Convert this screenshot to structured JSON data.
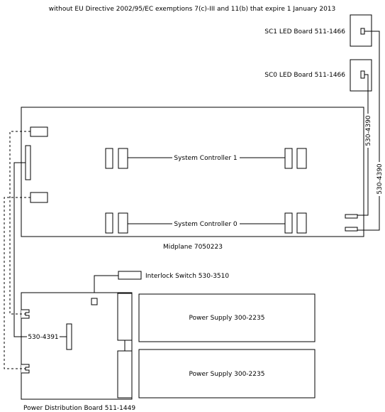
{
  "header_note": "without  EU  Directive  2002/95/EC  exemptions  7(c)-III  and  11(b)  that  expire  1  January  2013",
  "sc1_led_board": "SC1   LED   Board   511-1466",
  "sc0_led_board": "SC0   LED   Board   511-1466",
  "cable_sc1": "530-4390",
  "cable_sc0": "530-4390",
  "system_controller_1": "System  Controller  1",
  "system_controller_0": "System  Controller  0",
  "midplane": "Midplane   7050223",
  "interlock_switch": "Interlock  Switch  530-3510",
  "cable_pdb": "530-4391",
  "power_supply_top": "Power   Supply   300-2235",
  "power_supply_bottom": "Power   Supply   300-2235",
  "power_distribution_board": "Power   Distribution   Board   511-1449"
}
